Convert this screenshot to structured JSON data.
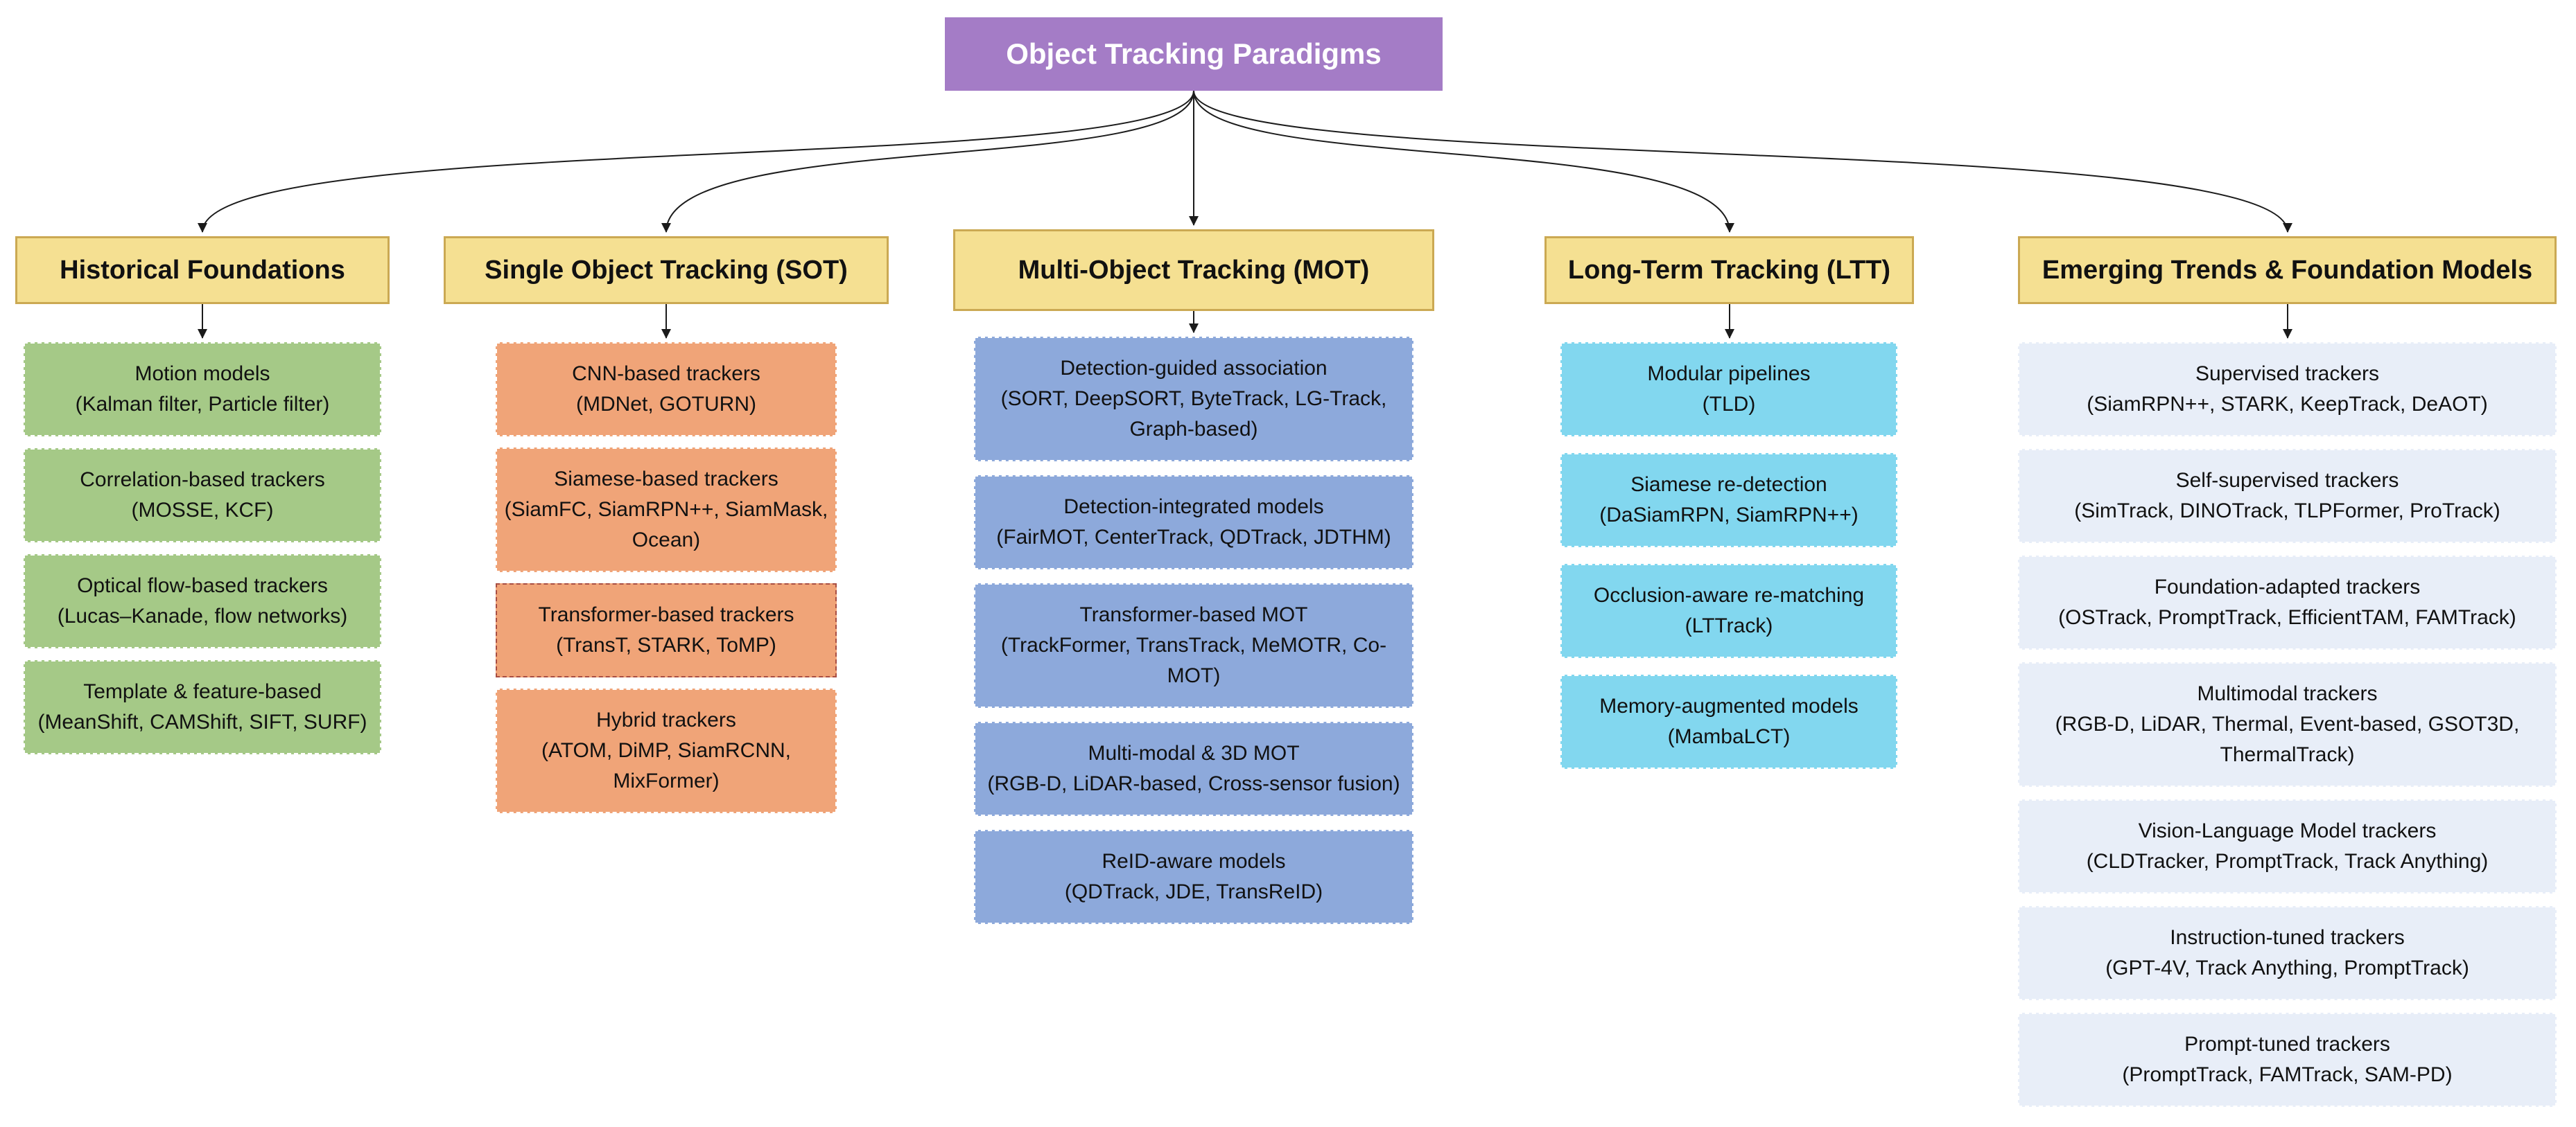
{
  "root": {
    "label": "Object Tracking Paradigms"
  },
  "palette": {
    "root_fill": "#A47CC6",
    "root_text": "#FFFFFF",
    "header_fill": "#F5E092",
    "header_border": "#CBA953",
    "header_text": "#111111",
    "line_color": "#1B1B1B",
    "green": "#A5C987",
    "orange": "#F0A478",
    "blue": "#8DA9DB",
    "cyan": "#82D7EF",
    "lavender": "#E8EEF8",
    "highlight_border": "#A94E42",
    "box_border": "#FFFFFF"
  },
  "columns": [
    {
      "header": "Historical Foundations",
      "color": "green",
      "boxes": [
        {
          "title": "Motion models",
          "detail": "(Kalman filter, Particle filter)"
        },
        {
          "title": "Correlation-based trackers",
          "detail": "(MOSSE, KCF)"
        },
        {
          "title": "Optical flow-based trackers",
          "detail": "(Lucas–Kanade, flow networks)"
        },
        {
          "title": "Template & feature-based",
          "detail": "(MeanShift, CAMShift, SIFT, SURF)"
        }
      ]
    },
    {
      "header": "Single Object Tracking (SOT)",
      "color": "orange",
      "boxes": [
        {
          "title": "CNN-based trackers",
          "detail": "(MDNet, GOTURN)"
        },
        {
          "title": "Siamese-based trackers",
          "detail": "(SiamFC, SiamRPN++, SiamMask, Ocean)"
        },
        {
          "title": "Transformer-based trackers",
          "detail": "(TransT, STARK, ToMP)",
          "variant": "highlight"
        },
        {
          "title": "Hybrid trackers",
          "detail": "(ATOM, DiMP, SiamRCNN, MixFormer)"
        }
      ]
    },
    {
      "header": "Multi-Object Tracking (MOT)",
      "color": "blue",
      "boxes": [
        {
          "title": "Detection-guided association",
          "detail": "(SORT, DeepSORT, ByteTrack, LG-Track, Graph-based)"
        },
        {
          "title": "Detection-integrated models",
          "detail": "(FairMOT, CenterTrack, QDTrack, JDTHM)"
        },
        {
          "title": "Transformer-based MOT",
          "detail": "(TrackFormer, TransTrack, MeMOTR, Co-MOT)"
        },
        {
          "title": "Multi-modal & 3D MOT",
          "detail": "(RGB-D, LiDAR-based, Cross-sensor fusion)"
        },
        {
          "title": "ReID-aware models",
          "detail": "(QDTrack, JDE, TransReID)"
        }
      ]
    },
    {
      "header": "Long-Term Tracking (LTT)",
      "color": "cyan",
      "boxes": [
        {
          "title": "Modular pipelines",
          "detail": "(TLD)"
        },
        {
          "title": "Siamese re-detection",
          "detail": "(DaSiamRPN, SiamRPN++)"
        },
        {
          "title": "Occlusion-aware re-matching",
          "detail": "(LTTrack)"
        },
        {
          "title": "Memory-augmented models",
          "detail": "(MambaLCT)"
        }
      ]
    },
    {
      "header": "Emerging Trends & Foundation Models",
      "color": "lavender",
      "boxes": [
        {
          "title": "Supervised trackers",
          "detail": "(SiamRPN++, STARK, KeepTrack, DeAOT)"
        },
        {
          "title": "Self-supervised trackers",
          "detail": "(SimTrack, DINOTrack, TLPFormer, ProTrack)"
        },
        {
          "title": "Foundation-adapted trackers",
          "detail": "(OSTrack, PromptTrack, EfficientTAM, FAMTrack)"
        },
        {
          "title": "Multimodal trackers",
          "detail": "(RGB-D, LiDAR, Thermal, Event-based, GSOT3D, ThermalTrack)"
        },
        {
          "title": "Vision-Language Model trackers",
          "detail": "(CLDTracker, PromptTrack, Track Anything)"
        },
        {
          "title": "Instruction-tuned trackers",
          "detail": "(GPT-4V, Track Anything, PromptTrack)"
        },
        {
          "title": "Prompt-tuned trackers",
          "detail": "(PromptTrack, FAMTrack, SAM-PD)"
        }
      ]
    }
  ]
}
